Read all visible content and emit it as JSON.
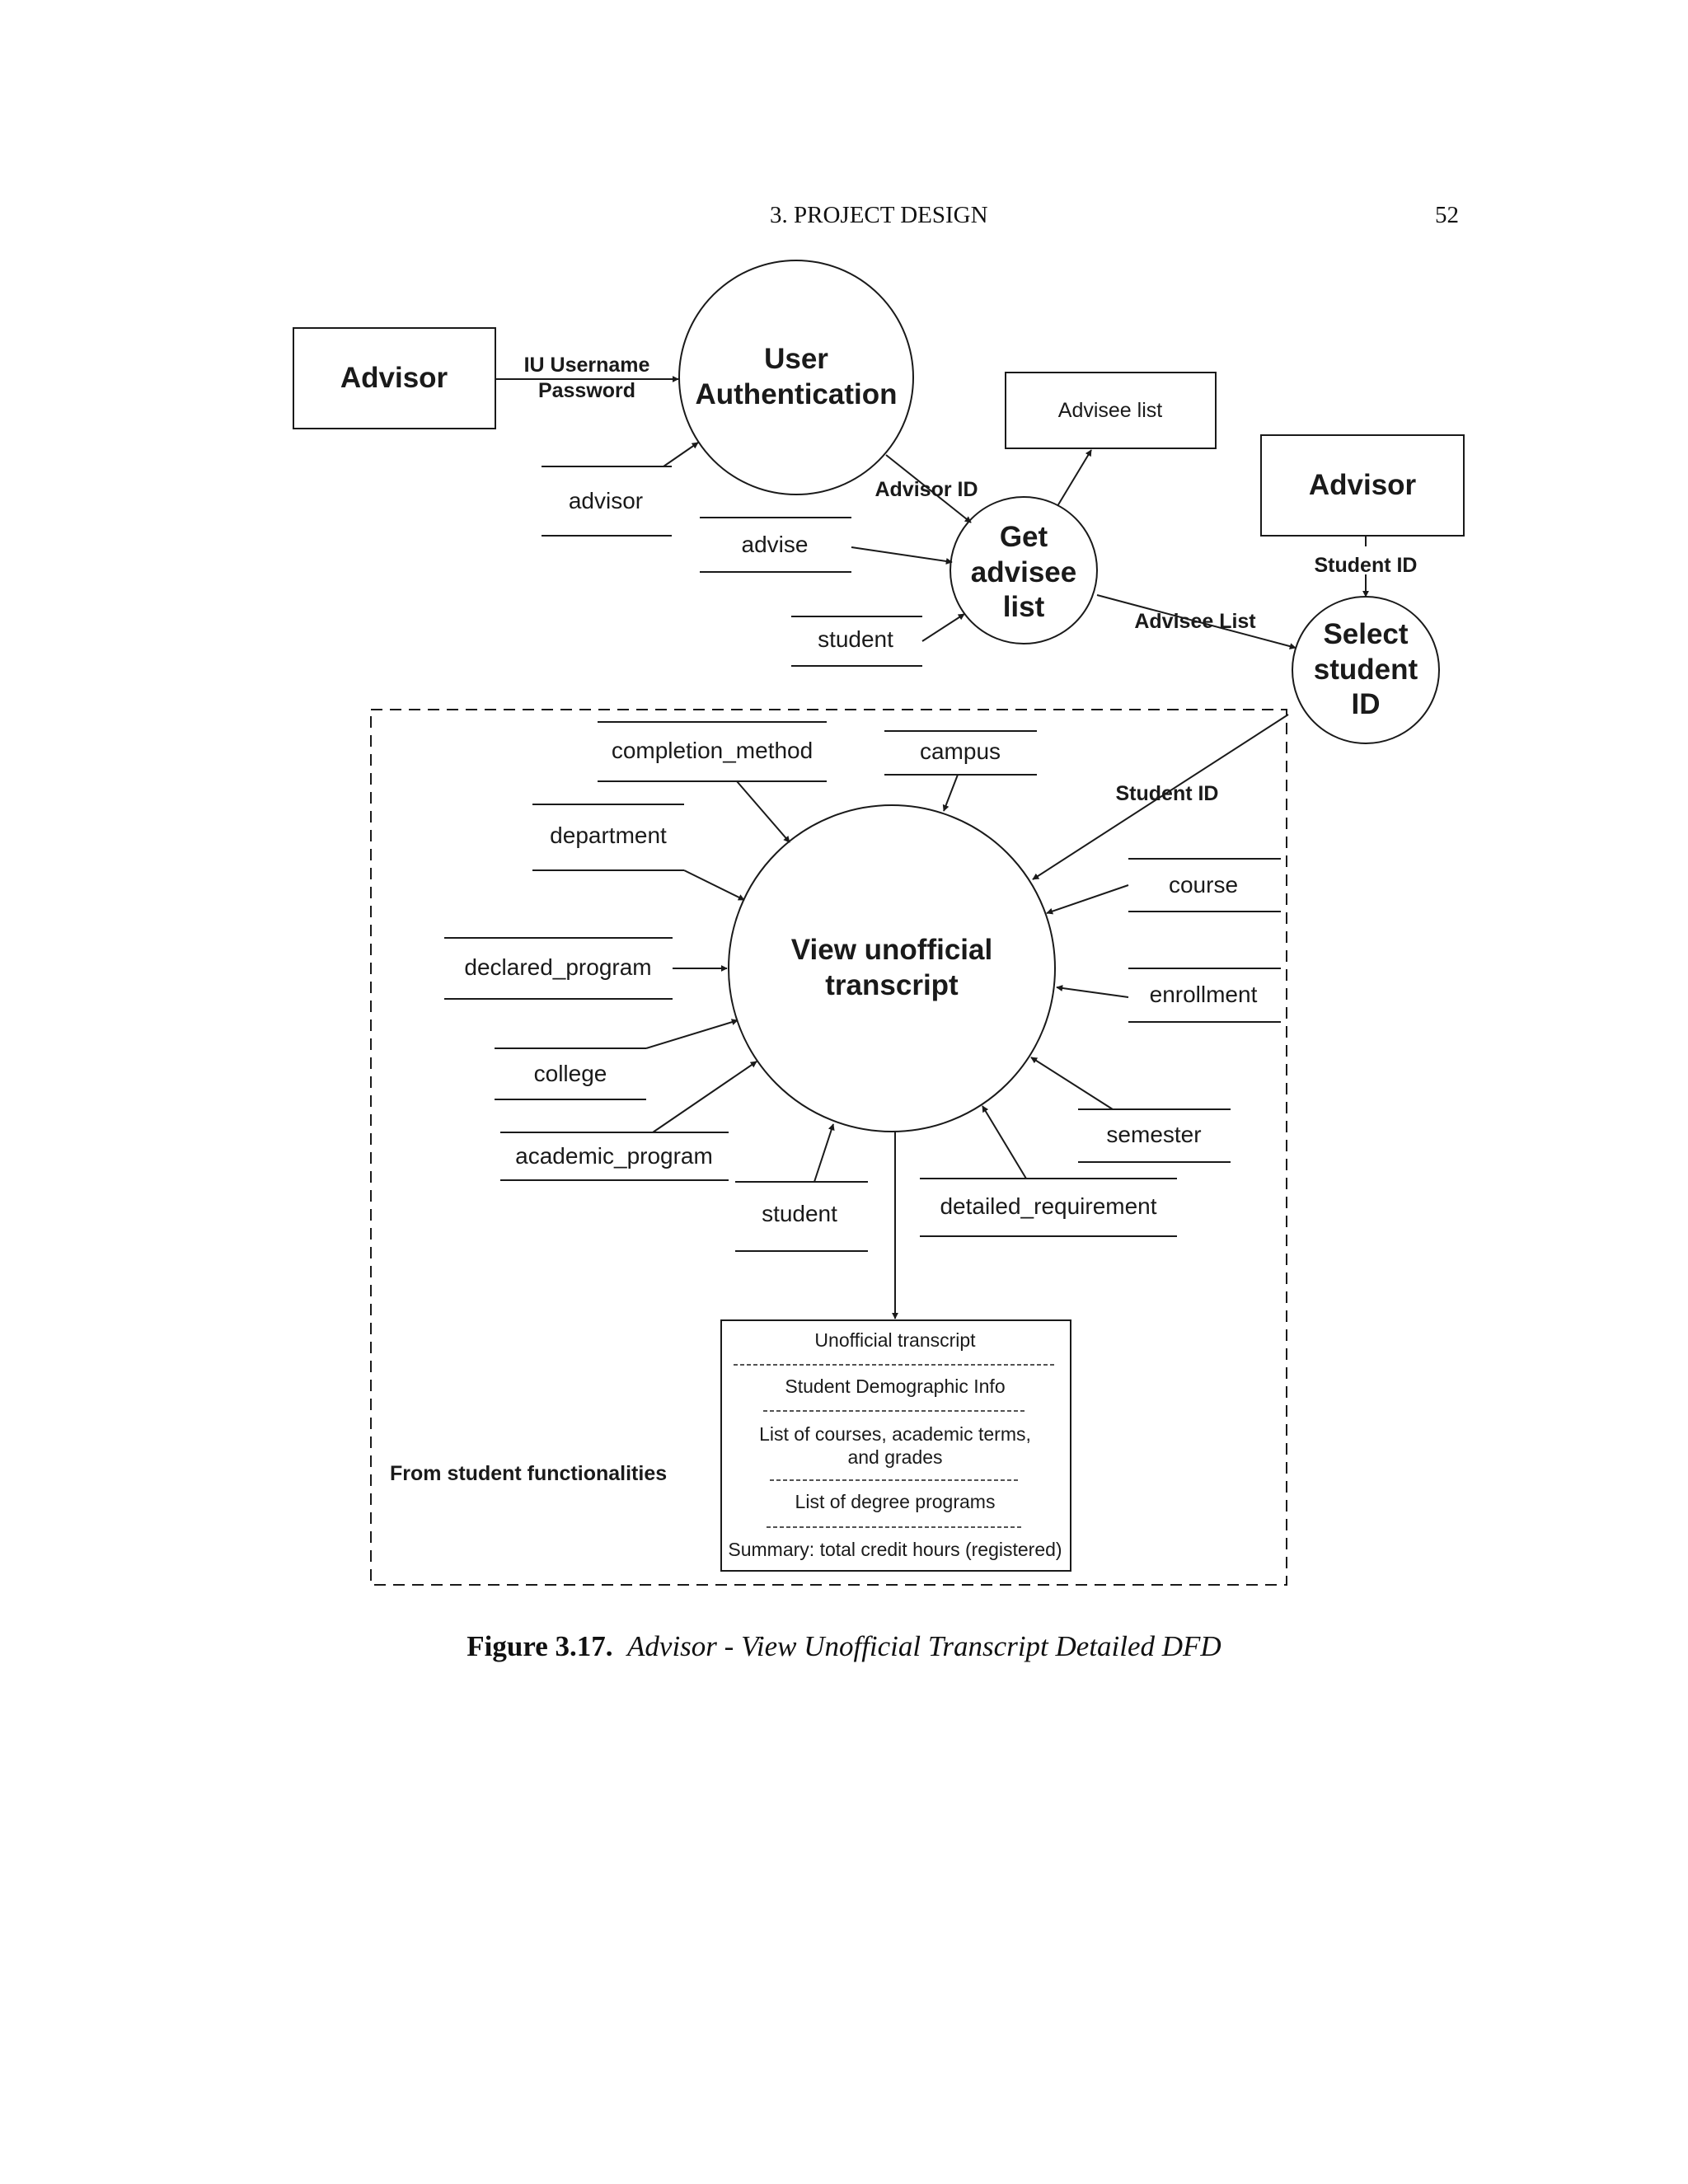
{
  "header": {
    "section": "3. PROJECT DESIGN",
    "page_number": "52"
  },
  "entities": {
    "advisor_left": "Advisor",
    "advisor_right": "Advisor"
  },
  "processes": {
    "user_auth": [
      "User",
      "Authentication"
    ],
    "get_advisee_list": [
      "Get",
      "advisee",
      "list"
    ],
    "select_student_id": [
      "Select",
      "student",
      "ID"
    ],
    "view_unofficial_transcript": [
      "View unofficial",
      "transcript"
    ]
  },
  "flows": {
    "credentials": [
      "IU Username",
      "Password"
    ],
    "advisor_id": "Advisor ID",
    "advisee_list_flow": "Advisee List",
    "student_id_top": "Student ID",
    "student_id_mid": "Student ID"
  },
  "stores": {
    "advisor": "advisor",
    "advise": "advise",
    "student_top": "student",
    "advisee_list_output": "Advisee list",
    "completion_method": "completion_method",
    "campus": "campus",
    "department": "department",
    "course": "course",
    "declared_program": "declared_program",
    "enrollment": "enrollment",
    "college": "college",
    "semester": "semester",
    "academic_program": "academic_program",
    "detailed_requirement": "detailed_requirement",
    "student_bottom": "student"
  },
  "boundary_label": "From student functionalities",
  "output_box": {
    "title": "Unofficial transcript",
    "sections": [
      [
        "Student Demographic Info"
      ],
      [
        "List of courses, academic terms,",
        "and grades"
      ],
      [
        "List of degree programs"
      ],
      [
        "Summary: total credit hours (registered)"
      ]
    ]
  },
  "caption": {
    "label": "Figure 3.17.",
    "text": "Advisor - View Unofficial Transcript Detailed DFD"
  }
}
